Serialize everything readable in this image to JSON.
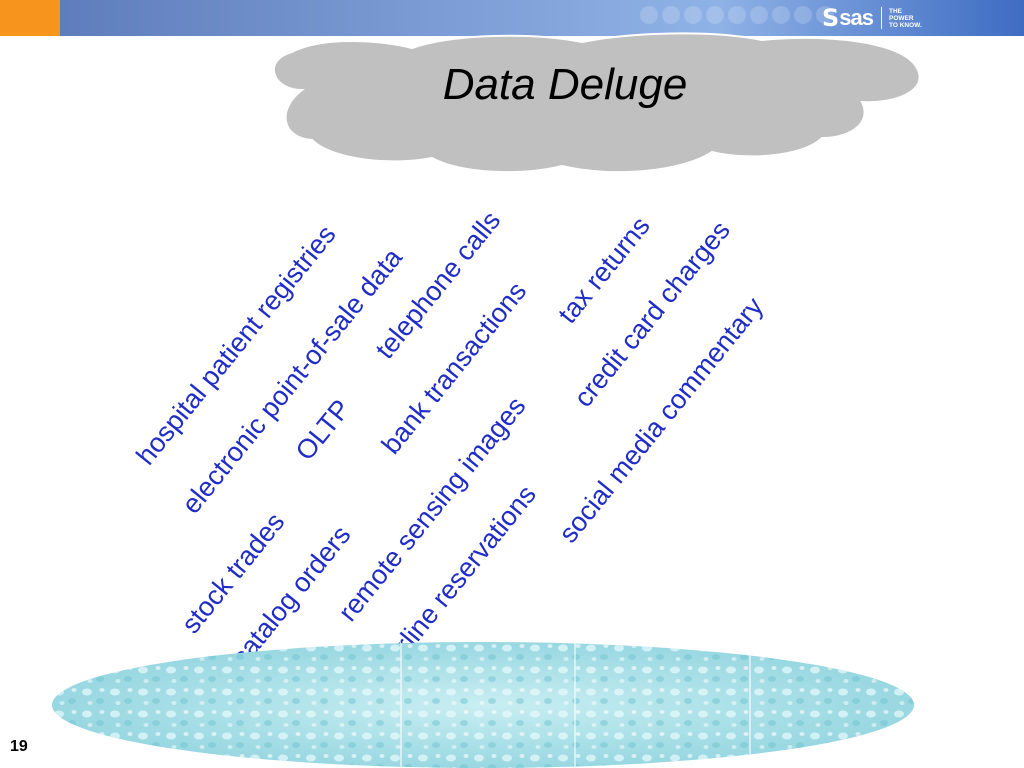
{
  "header": {
    "brand_name": "sas",
    "brand_s": "S",
    "tagline_1": "THE",
    "tagline_2": "POWER",
    "tagline_3": "TO KNOW."
  },
  "slide": {
    "title": "Data Deluge",
    "page_number": "19"
  },
  "terms": [
    "hospital patient registries",
    "electronic point-of-sale data",
    "telephone calls",
    "OLTP",
    "stock trades",
    "bank transactions",
    "catalog orders",
    "tax returns",
    "remote sensing images",
    "credit card charges",
    "airline reservations",
    "social media commentary"
  ],
  "colors": {
    "term_text": "#1f2cc8",
    "cloud_fill": "#c0c0c0",
    "header_accent": "#f7941e",
    "water": "#9fdde6"
  }
}
